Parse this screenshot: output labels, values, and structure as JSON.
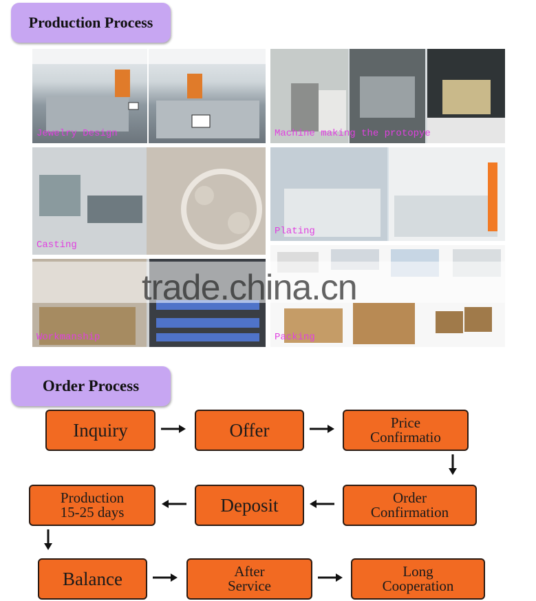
{
  "production": {
    "title": "Production Process",
    "steps": [
      "Jewelry Design",
      "Machine making the protopye",
      "Casting",
      "Plating",
      "Workmanship",
      "Packing"
    ]
  },
  "watermark": "trade.china.cn",
  "order": {
    "title": "Order Process",
    "boxes": {
      "inquiry": "Inquiry",
      "offer": "Offer",
      "price_line1": "Price",
      "price_line2": "Confirmatio",
      "production_line1": "Production",
      "production_line2": "15-25 days",
      "deposit": "Deposit",
      "order_line1": "Order",
      "order_line2": "Confirmation",
      "balance": "Balance",
      "after_line1": "After",
      "after_line2": "Service",
      "long_line1": "Long",
      "long_line2": "Cooperation"
    }
  },
  "colors": {
    "header_bg": "#c7a6f2",
    "box_fill": "#f26a22",
    "caption": "#e040e0"
  }
}
